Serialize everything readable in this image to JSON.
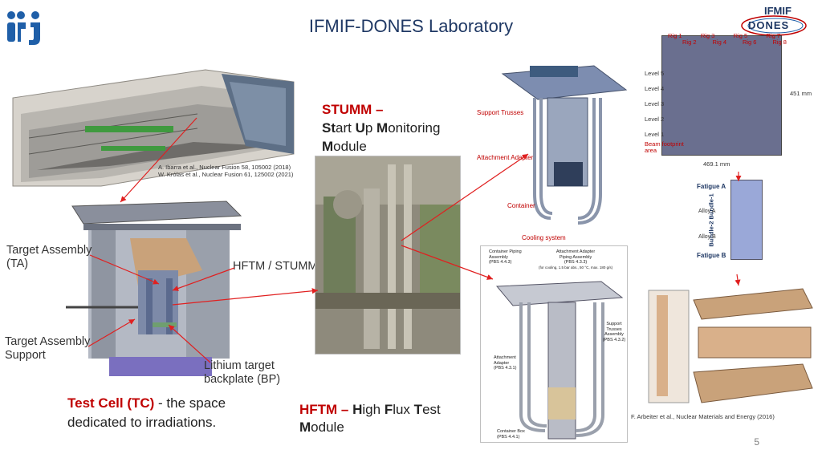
{
  "header": {
    "title": "IFMIF-DONES Laboratory",
    "logo_right_top": "IFMIF",
    "logo_right_bottom": "DONES"
  },
  "citations": {
    "building_line1": "A. Ibarra et al., Nuclear Fusion 58, 105002 (2018)",
    "building_line2": "W. Królas et al., Nuclear Fusion 61, 125002 (2021)",
    "arbeiter": "F. Arbeiter et al., Nuclear Materials and Energy (2016)"
  },
  "test_cell_labels": {
    "target_assembly_1": "Target Assembly",
    "target_assembly_2": "(TA)",
    "hftm_stumm": "HFTM / STUMM",
    "tas_1": "Target Assembly",
    "tas_2": "Support",
    "lithium_1": "Lithium target",
    "lithium_2": "backplate (BP)"
  },
  "test_cell_text": {
    "highlight": "Test Cell (TC)",
    "rest1": " - the space",
    "rest2": "dedicated to irradiations."
  },
  "stumm": {
    "heading": "STUMM –",
    "l1_bold": "St",
    "l1_rest": "art ",
    "l2_bold": "U",
    "l2_rest": "p ",
    "l3_bold": "M",
    "l3_rest": "onitoring",
    "l4_bold": "M",
    "l4_rest": "odule"
  },
  "hftm": {
    "heading": "HFTM – ",
    "a_bold": "H",
    "a_rest": "igh ",
    "b_bold": "F",
    "b_rest": "lux ",
    "c_bold": "T",
    "c_rest": "est",
    "d_bold": "M",
    "d_rest": "odule"
  },
  "stumm_diagram_labels": {
    "support_trusses": "Support Trusses",
    "attachment_adapter": "Attachment Adapter",
    "container": "Container",
    "cooling_system": "Cooling system"
  },
  "rig_grid": {
    "rigs_top": [
      "Rig 1",
      "Rig 3",
      "Rig 5",
      "Rig 7"
    ],
    "rigs_bottom": [
      "Rig 2",
      "Rig 4",
      "Rig 6",
      "Rig 8"
    ],
    "levels": [
      "Level 5",
      "Level 4",
      "Level 3",
      "Level 2",
      "Level 1"
    ],
    "beam_1": "Beam footprint",
    "beam_2": "area",
    "width_dim": "469.1 mm",
    "height_dim": "451 mm"
  },
  "bundle": {
    "fatigue_a": "Fatigue A",
    "fatigue_b": "Fatigue B",
    "bundle_label": "Bundle-2 Bundle-1",
    "alloy_a": "Alloy A",
    "alloy_b": "Alloy B"
  },
  "hftm_diagram_labels": {
    "cpa_1": "Container Piping",
    "cpa_2": "Assembly",
    "cpa_3": "(PBS 4.4.3)",
    "aapa_1": "Attachment Adapter",
    "aapa_2": "Piping Assembly",
    "aapa_3": "(PBS 4.3.3)",
    "aapa_4": "(for cooling, 1.5 bar abs., 50 °C, max. 180 g/s)",
    "sta_1": "Support Trusses",
    "sta_2": "Assembly",
    "sta_3": "(PBS 4.3.2)",
    "aa_1": "Attachment",
    "aa_2": "Adapter",
    "aa_3": "(PBS 4.3.1)",
    "cb_1": "Container Box",
    "cb_2": "(PBS 4.4.1)"
  },
  "colors": {
    "title": "#1f3864",
    "accent_red": "#c00000",
    "arrow_red": "#e02020",
    "logo_blue": "#1f5fa8"
  },
  "page_number": "5"
}
